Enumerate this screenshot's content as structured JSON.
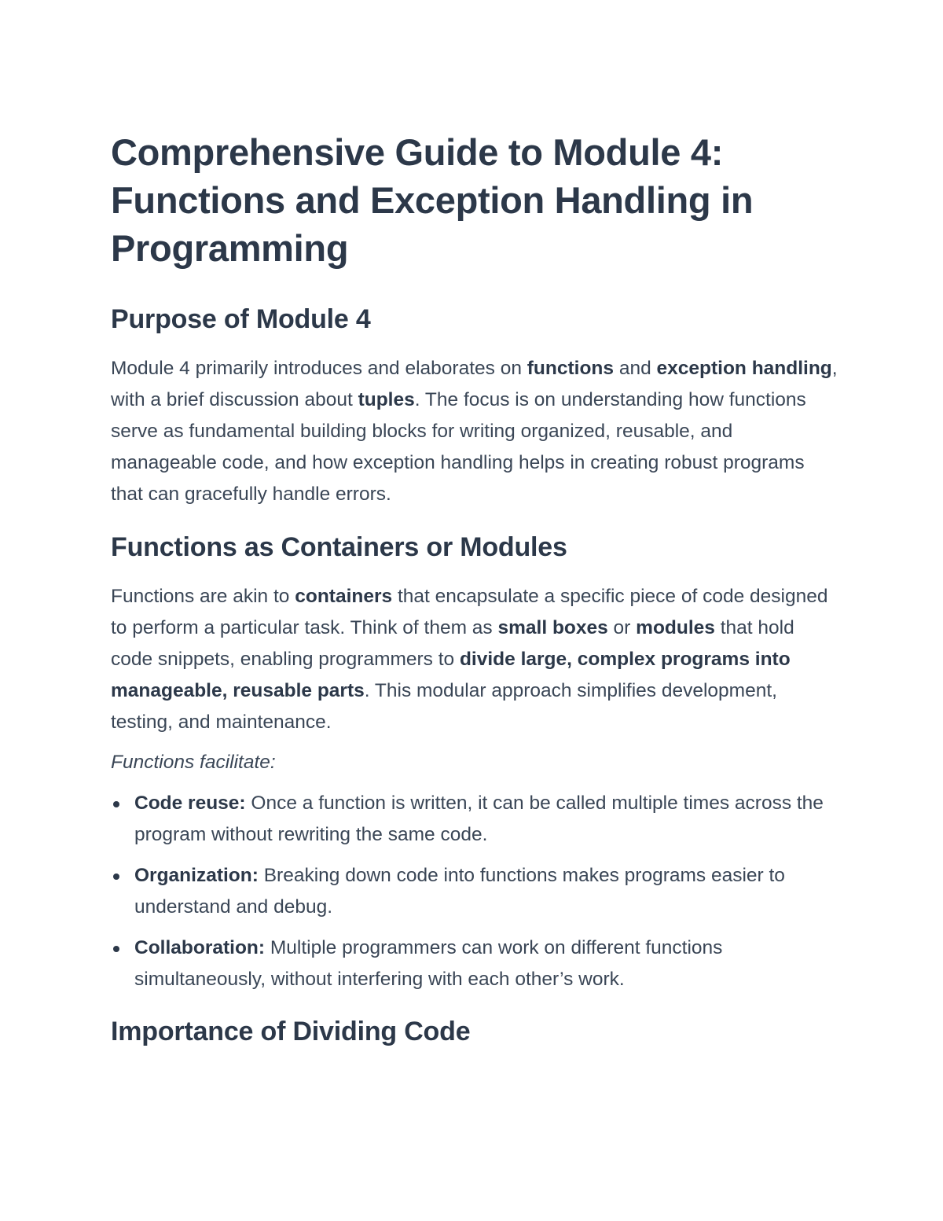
{
  "document": {
    "title": "Comprehensive Guide to Module 4: Functions and Exception Handling in Programming"
  },
  "purpose": {
    "heading": "Purpose of Module 4",
    "paragraph": {
      "t1": "Module 4 primarily introduces and elaborates on ",
      "b1": "functions",
      "t2": " and ",
      "b2": "exception handling",
      "t3": ", with a brief discussion about ",
      "b3": "tuples",
      "t4": ". The focus is on understanding how functions serve as fundamental building blocks for writing organized, reusable, and manageable code, and how exception handling helps in creating robust programs that can gracefully handle errors."
    }
  },
  "containers": {
    "heading": "Functions as Containers or Modules",
    "paragraph": {
      "t1": "Functions are akin to ",
      "b1": "containers",
      "t2": " that encapsulate a specific piece of code designed to perform a particular task. Think of them as ",
      "b2": "small boxes",
      "t3": " or ",
      "b3": "modules",
      "t4": " that hold code snippets, enabling programmers to ",
      "b4": "divide large, complex programs into manageable, reusable parts",
      "t5": ". This modular approach simplifies development, testing, and maintenance."
    },
    "lead": "Functions facilitate:",
    "items": [
      {
        "label": "Code reuse:",
        "text": " Once a function is written, it can be called multiple times across the program without rewriting the same code."
      },
      {
        "label": "Organization:",
        "text": " Breaking down code into functions makes programs easier to understand and debug."
      },
      {
        "label": "Collaboration:",
        "text": " Multiple programmers can work on different functions simultaneously, without interfering with each other’s work."
      }
    ]
  },
  "importance": {
    "heading": "Importance of Dividing Code"
  }
}
